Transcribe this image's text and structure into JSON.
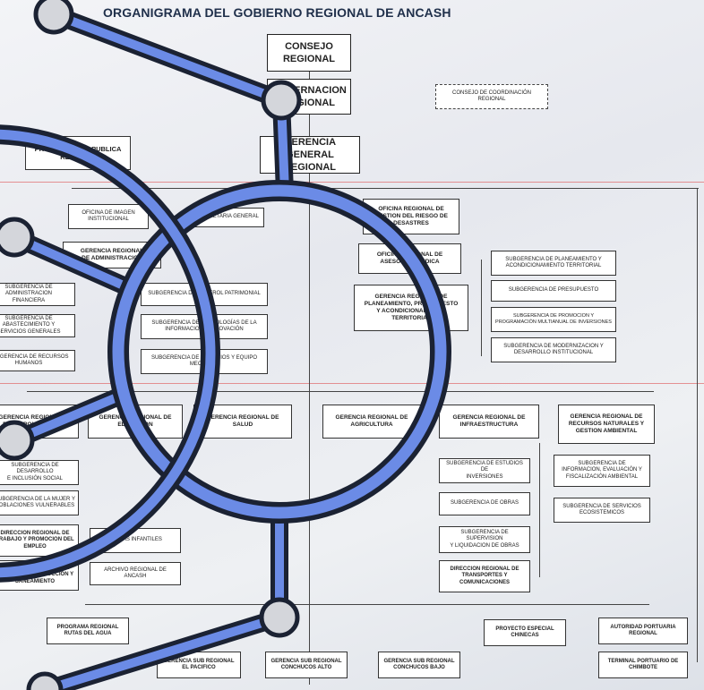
{
  "title": "ORGANIGRAMA DEL GOBIERNO REGIONAL DE ANCASH",
  "colors": {
    "connector": "#6b8be6",
    "ring_outline": "#1b2233",
    "node": "#d4d6db"
  },
  "boxes": {
    "consejo": "CONSEJO\nREGIONAL",
    "gobernacion": "GOBERNACION\nREGIONAL",
    "consejo_coord": "CONSEJO DE COORDINACIÓN\nREGIONAL",
    "procuraduria": "PROCURADURIA PUBLICA\nREGIONAL",
    "gerencia_general": "GERENCIA GENERAL\nREGIONAL",
    "imagen": "OFICINA DE IMAGEN\nINSTITUCIONAL",
    "secretaria": "SECRETARIA GENERAL",
    "gestion_riesgo": "OFICINA REGIONAL DE\nGESTION DEL RIESGO DE\nDESASTRES",
    "ger_admin": "GERENCIA REGIONAL\nDE ADMINISTRACION",
    "asesoria": "OFICINA REGIONAL DE\nASESORIA JURIDICA",
    "ger_plan": "GERENCIA REGIONAL DE\nPLANEAMIENTO, PRESUPUESTO\nY ACONDICIONAMIENTO\nTERRITORIAL",
    "sub_admin": "SUBGERENCIA DE ADMINISTRACION\nFINANCIERA",
    "sub_abast": "SUBGERENCIA DE ABASTECIMIENTO Y\nSERVICIOS GENERALES",
    "sub_rrhh": "SUBGERENCIA DE RECURSOS HUMANOS",
    "sub_control": "SUBGERENCIA DE CONTROL PATRIMONIAL",
    "sub_tec": "SUBGERENCIA DE TECNOLOGÍAS DE LA\nINFORMACION E INNOVACIÓN",
    "sub_serv": "SUBGERENCIA DE SERVICIOS Y EQUIPO\nMECANICO",
    "sub_plan": "SUBGERENCIA DE PLANEAMIENTO Y\nACONDICIONAMIENTO TERRITORIAL",
    "sub_presu": "SUBGERENCIA DE PRESUPUESTO",
    "sub_prom": "SUBGERENCIA DE PROMOCION Y\nPROGRAMACIÓN MULTIANUAL DE INVERSIONES",
    "sub_mod": "SUBGERENCIA DE MODERNIZACION Y\nDESARROLLO INSTITUCIONAL",
    "ger_desarrollo": "GERENCIA REGIONAL DE\nDESARROLLO SOCIAL",
    "ger_educacion": "GERENCIA REGIONAL DE\nEDUCACION",
    "ger_salud": "GERENCIA REGIONAL DE\nSALUD",
    "ger_agri": "GERENCIA REGIONAL DE\nAGRICULTURA",
    "ger_infra": "GERENCIA REGIONAL DE\nINFRAESTRUCTURA",
    "ger_recursos": "GERENCIA REGIONAL DE\nRECURSOS NATURALES Y\nGESTION AMBIENTAL",
    "sub_desarrollo": "SUBGERENCIA DE DESARROLLO\nE INCLUSIÓN SOCIAL",
    "sub_mujer": "SUBGERENCIA DE LA MUJER Y\nPOBLACIONES VULNERABLES",
    "dir_trabajo": "DIRECCION REGIONAL DE\nTRABAJO Y PROMOCION DEL\nEMPLEO",
    "dir_vivienda": "DIRECCION REGIONAL DE\nVIVIENDA, CONSTRUCCION Y\nSANEAMIENTO",
    "aldeas": "ALDEAS INFANTILES",
    "archivo": "ARCHIVO REGIONAL DE ANCASH",
    "sub_estudios": "SUBGERENCIA DE ESTUDIOS DE\nINVERSIONES",
    "sub_obras": "SUBGERENCIA DE OBRAS",
    "sub_super": "SUBGERENCIA DE SUPERVISION\nY LIQUIDACION DE OBRAS",
    "dir_trans": "DIRECCION REGIONAL DE\nTRANSPORTES Y\nCOMUNICACIONES",
    "sub_info": "SUBGERENCIA DE\nINFORMACION, EVALUACIÓN Y\nFISCALIZACIÓN AMBIENTAL",
    "sub_eco": "SUBGERENCIA DE SERVICIOS\nECOSISTEMICOS",
    "prog_agua": "PROGRAMA REGIONAL\nRUTAS DEL AGUA",
    "proy_chinecas": "PROYECTO ESPECIAL\nCHINECAS",
    "autoridad": "AUTORIDAD PORTUARIA\nREGIONAL",
    "terminal": "TERMINAL PORTUARIO DE\nCHIMBOTE",
    "pacifico": "GERENCIA SUB REGIONAL\nEL PACIFICO",
    "conchucos_alto": "GERENCIA SUB REGIONAL\nCONCHUCOS ALTO",
    "conchucos_bajo": "GERENCIA SUB REGIONAL\nCONCHUCOS BAJO"
  }
}
